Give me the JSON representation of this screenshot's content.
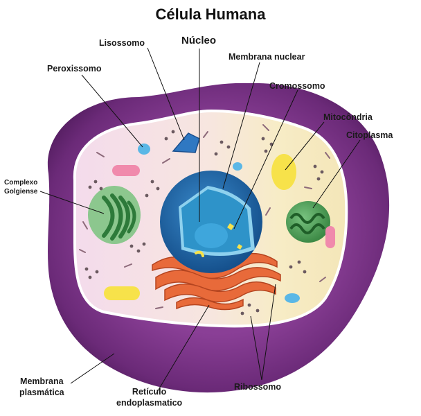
{
  "title": "Célula Humana",
  "labels": {
    "lisossomo": "Lisossomo",
    "nucleo": "Núcleo",
    "membrana_nuclear": "Membrana nuclear",
    "peroxissomo": "Peroxissomo",
    "cromossomo": "Cromossomo",
    "mitocondria": "Mitocôndria",
    "citoplasma": "Citoplasma",
    "complexo_golgiense": [
      "Complexo",
      "Golgiense"
    ],
    "membrana_plasmatica": [
      "Membrana",
      "plasmática"
    ],
    "reticulo_endoplasmatico": [
      "Retículo",
      "endoplasmatico"
    ],
    "ribossomo": "Ribossomo"
  },
  "colors": {
    "plasma_membrane": "#6b2a78",
    "cytoplasm_left": "#f3dcec",
    "cytoplasm_right": "#f6ebc6",
    "nucleus_outer": "#1f6aa8",
    "nucleus_inner": "#2e93c9",
    "nucleolus": "#3ea6dc",
    "mitochondria": "#3f9b4e",
    "golgi_bg": "#8cc78e",
    "er": "#e86a3a",
    "vesicle_pink": "#f08aac",
    "vesicle_yellow": "#f7e24a",
    "lysosome": "#2f78c2",
    "peroxisome": "#5ab7e6"
  }
}
